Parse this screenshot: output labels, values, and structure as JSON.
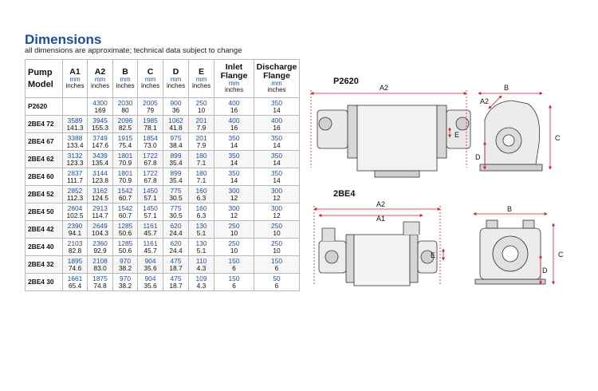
{
  "heading": {
    "title": "Dimensions",
    "subtitle": "all dimensions are approximate; technical data subject to change"
  },
  "table": {
    "header": {
      "model": [
        "Pump",
        "Model"
      ],
      "unit_mm": "mm",
      "unit_in": "inches",
      "columns": [
        {
          "name": "A1"
        },
        {
          "name": "A2"
        },
        {
          "name": "B"
        },
        {
          "name": "C"
        },
        {
          "name": "D"
        },
        {
          "name": "E"
        },
        {
          "name": "Inlet Flange"
        },
        {
          "name": "Discharge Flange"
        }
      ]
    },
    "rows": [
      {
        "model": "P2620",
        "cells": [
          [
            "",
            ""
          ],
          [
            "4300",
            "169"
          ],
          [
            "2030",
            "80"
          ],
          [
            "2005",
            "79"
          ],
          [
            "900",
            "36"
          ],
          [
            "250",
            "10"
          ],
          [
            "400",
            "16"
          ],
          [
            "350",
            "14"
          ]
        ]
      },
      {
        "model": "2BE4 72",
        "cells": [
          [
            "3589",
            "141.3"
          ],
          [
            "3945",
            "155.3"
          ],
          [
            "2096",
            "82.5"
          ],
          [
            "1985",
            "78.1"
          ],
          [
            "1062",
            "41.8"
          ],
          [
            "201",
            "7.9"
          ],
          [
            "400",
            "16"
          ],
          [
            "400",
            "16"
          ]
        ]
      },
      {
        "model": "2BE4 67",
        "cells": [
          [
            "3388",
            "133.4"
          ],
          [
            "3749",
            "147.6"
          ],
          [
            "1915",
            "75.4"
          ],
          [
            "1854",
            "73.0"
          ],
          [
            "975",
            "38.4"
          ],
          [
            "201",
            "7.9"
          ],
          [
            "350",
            "14"
          ],
          [
            "350",
            "14"
          ]
        ]
      },
      {
        "model": "2BE4 62",
        "cells": [
          [
            "3132",
            "123.3"
          ],
          [
            "3439",
            "135.4"
          ],
          [
            "1801",
            "70.9"
          ],
          [
            "1722",
            "67.8"
          ],
          [
            "899",
            "35.4"
          ],
          [
            "180",
            "7.1"
          ],
          [
            "350",
            "14"
          ],
          [
            "350",
            "14"
          ]
        ]
      },
      {
        "model": "2BE4 60",
        "cells": [
          [
            "2837",
            "111.7"
          ],
          [
            "3144",
            "123.8"
          ],
          [
            "1801",
            "70.9"
          ],
          [
            "1722",
            "67.8"
          ],
          [
            "899",
            "35.4"
          ],
          [
            "180",
            "7.1"
          ],
          [
            "350",
            "14"
          ],
          [
            "350",
            "14"
          ]
        ]
      },
      {
        "model": "2BE4 52",
        "cells": [
          [
            "2852",
            "112.3"
          ],
          [
            "3162",
            "124.5"
          ],
          [
            "1542",
            "60.7"
          ],
          [
            "1450",
            "57.1"
          ],
          [
            "775",
            "30.5"
          ],
          [
            "160",
            "6.3"
          ],
          [
            "300",
            "12"
          ],
          [
            "300",
            "12"
          ]
        ]
      },
      {
        "model": "2BE4 50",
        "cells": [
          [
            "2604",
            "102.5"
          ],
          [
            "2913",
            "114.7"
          ],
          [
            "1542",
            "60.7"
          ],
          [
            "1450",
            "57.1"
          ],
          [
            "775",
            "30.5"
          ],
          [
            "160",
            "6.3"
          ],
          [
            "300",
            "12"
          ],
          [
            "300",
            "12"
          ]
        ]
      },
      {
        "model": "2BE4 42",
        "cells": [
          [
            "2390",
            "94.1"
          ],
          [
            "2649",
            "104.3"
          ],
          [
            "1285",
            "50.6"
          ],
          [
            "1161",
            "45.7"
          ],
          [
            "620",
            "24.4"
          ],
          [
            "130",
            "5.1"
          ],
          [
            "250",
            "10"
          ],
          [
            "250",
            "10"
          ]
        ]
      },
      {
        "model": "2BE4 40",
        "cells": [
          [
            "2103",
            "82.8"
          ],
          [
            "2360",
            "92.9"
          ],
          [
            "1285",
            "50.6"
          ],
          [
            "1161",
            "45.7"
          ],
          [
            "620",
            "24.4"
          ],
          [
            "130",
            "5.1"
          ],
          [
            "250",
            "10"
          ],
          [
            "250",
            "10"
          ]
        ]
      },
      {
        "model": "2BE4 32",
        "cells": [
          [
            "1895",
            "74.6"
          ],
          [
            "2108",
            "83.0"
          ],
          [
            "970",
            "38.2"
          ],
          [
            "904",
            "35.6"
          ],
          [
            "475",
            "18.7"
          ],
          [
            "110",
            "4.3"
          ],
          [
            "150",
            "6"
          ],
          [
            "150",
            "6"
          ]
        ]
      },
      {
        "model": "2BE4 30",
        "cells": [
          [
            "1661",
            "65.4"
          ],
          [
            "1875",
            "74.8"
          ],
          [
            "970",
            "38.2"
          ],
          [
            "904",
            "35.6"
          ],
          [
            "475",
            "18.7"
          ],
          [
            "109",
            "4.3"
          ],
          [
            "150",
            "6"
          ],
          [
            "50",
            "6"
          ]
        ]
      }
    ]
  },
  "diagrams": {
    "p2620": {
      "label": "P2620",
      "dims": {
        "a2": "A2",
        "b": "B",
        "c": "C",
        "d": "D",
        "e": "E",
        "a2_small": "A2"
      }
    },
    "be4": {
      "label": "2BE4",
      "dims": {
        "a2": "A2",
        "a1": "A1",
        "b": "B",
        "c": "C",
        "d": "D",
        "e": "E"
      }
    }
  },
  "colors": {
    "title": "#1f4e96",
    "unit_mm": "#1f4e96",
    "dimension_line": "#d0202a"
  }
}
